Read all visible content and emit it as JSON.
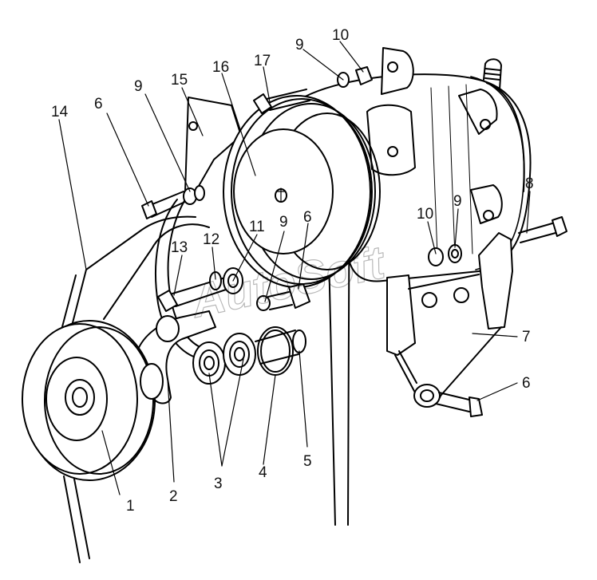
{
  "watermark": "AutoSoft",
  "callouts": [
    {
      "id": "1",
      "text": "1"
    },
    {
      "id": "2",
      "text": "2"
    },
    {
      "id": "3",
      "text": "3"
    },
    {
      "id": "4",
      "text": "4"
    },
    {
      "id": "5",
      "text": "5"
    },
    {
      "id": "6a",
      "text": "6"
    },
    {
      "id": "6b",
      "text": "6"
    },
    {
      "id": "6c",
      "text": "6"
    },
    {
      "id": "7",
      "text": "7"
    },
    {
      "id": "8",
      "text": "8"
    },
    {
      "id": "9a",
      "text": "9"
    },
    {
      "id": "9b",
      "text": "9"
    },
    {
      "id": "9c",
      "text": "9"
    },
    {
      "id": "9d",
      "text": "9"
    },
    {
      "id": "10a",
      "text": "10"
    },
    {
      "id": "10b",
      "text": "10"
    },
    {
      "id": "11",
      "text": "11"
    },
    {
      "id": "12",
      "text": "12"
    },
    {
      "id": "13",
      "text": "13"
    },
    {
      "id": "14",
      "text": "14"
    },
    {
      "id": "15",
      "text": "15"
    },
    {
      "id": "16",
      "text": "16"
    },
    {
      "id": "17",
      "text": "17"
    }
  ]
}
